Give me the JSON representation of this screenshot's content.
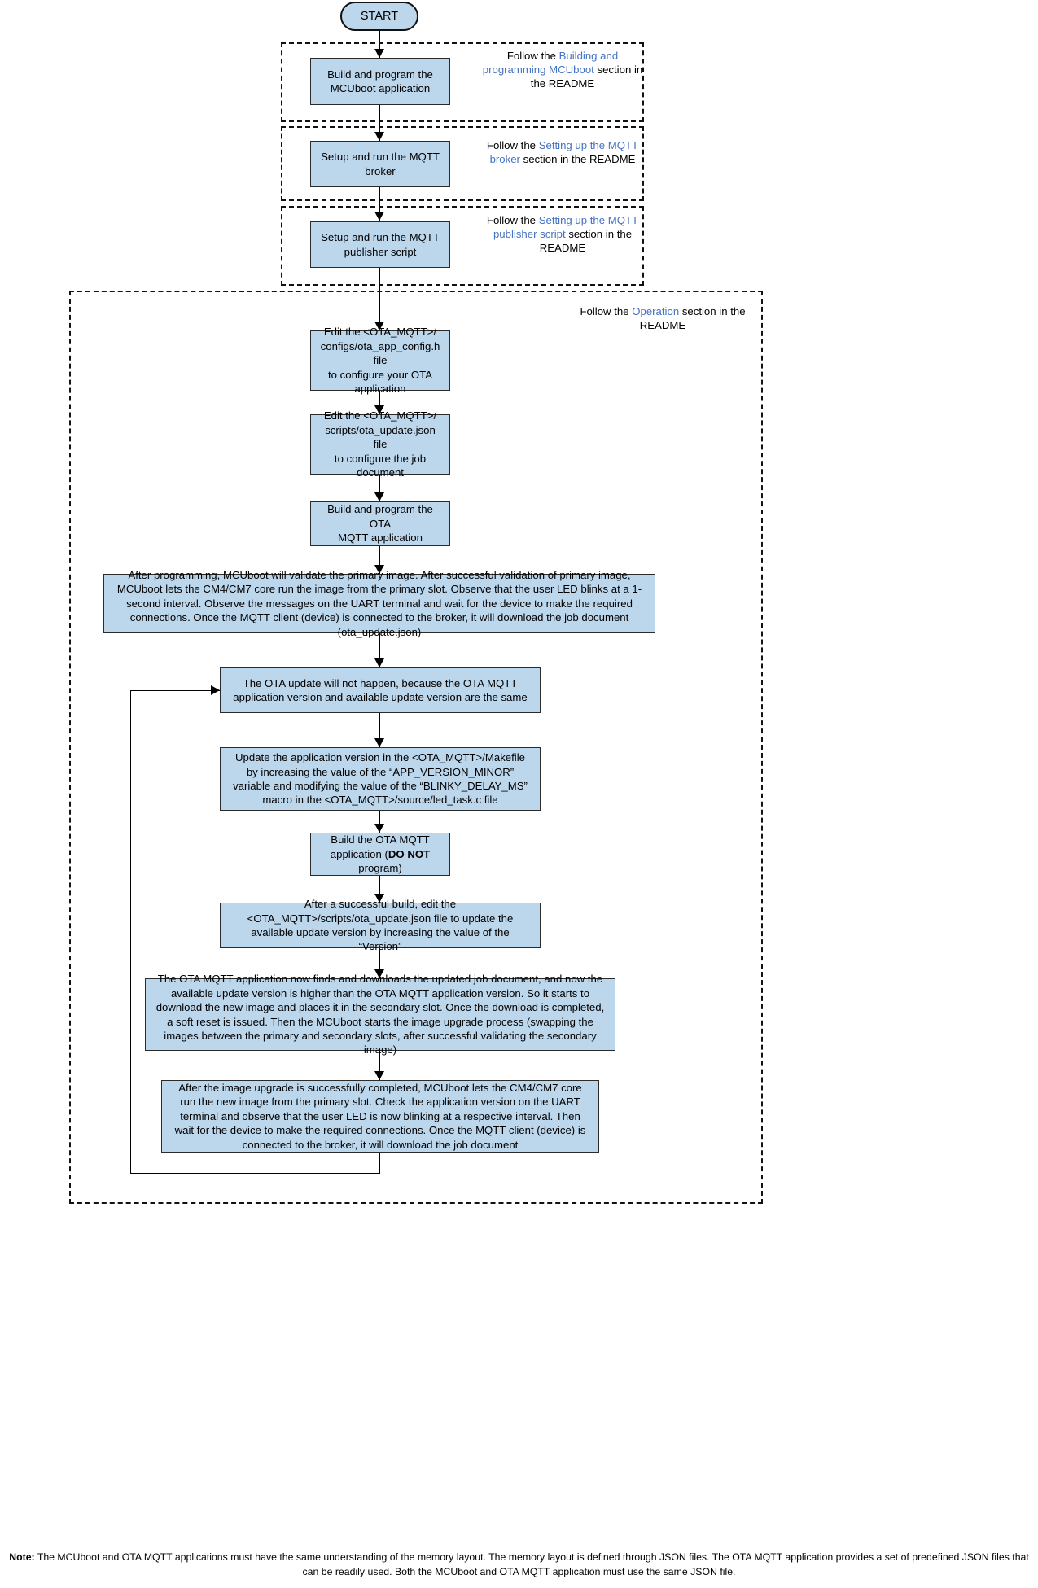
{
  "diagram": {
    "title": "OTA MQTT application flow",
    "colors": {
      "box_fill": "#bcd6ec",
      "box_border": "#2b2b2b",
      "link_text": "#4472c4",
      "connector": "#000000"
    },
    "start_node": {
      "label": "START"
    },
    "setup_steps": [
      {
        "id": "build-mcuboot",
        "label": "Build and program the\nMCUboot application",
        "annotation": {
          "prefix": "Follow the ",
          "link": "Building and programming MCUboot",
          "suffix": " section in the README"
        }
      },
      {
        "id": "setup-mqtt-broker",
        "label": "Setup and run the MQTT\nbroker",
        "annotation": {
          "prefix": "Follow the ",
          "link": "Setting up the MQTT broker",
          "suffix": " section in the README"
        }
      },
      {
        "id": "setup-publisher-script",
        "label": "Setup and run the MQTT\npublisher script",
        "annotation": {
          "prefix": "Follow the ",
          "link": "Setting up the MQTT publisher script",
          "suffix": " section in the README"
        }
      }
    ],
    "operation_group": {
      "annotation": {
        "prefix": "Follow the ",
        "link": "Operation",
        "suffix": " section in the README"
      },
      "steps": [
        {
          "id": "edit-ota-app-config",
          "label": "Edit the <OTA_MQTT>/\nconfigs/ota_app_config.h file\nto configure your OTA\napplication"
        },
        {
          "id": "edit-ota-update-json",
          "label": "Edit the <OTA_MQTT>/\nscripts/ota_update.json file\nto configure the job\ndocument"
        },
        {
          "id": "build-program-ota",
          "label": "Build and program the OTA\nMQTT application"
        },
        {
          "id": "mcuboot-validation-note",
          "label": "After programming, MCUboot will validate the primary image. After successful validation of primary image, MCUboot lets the CM4/CM7 core run the image from the primary slot. Observe that the user LED blinks at a 1-second interval. Observe the messages on the UART terminal and wait for the device to make the required connections. Once the MQTT client (device) is connected to the broker, it will download the job document (ota_update.json)"
        },
        {
          "id": "no-update-same-version",
          "label": "The OTA update will not happen, because the OTA MQTT application version and available update version are the same"
        },
        {
          "id": "update-app-version",
          "label": "Update the application version in the <OTA_MQTT>/Makefile by increasing the value of the  “APP_VERSION_MINOR” variable and modifying the value of the “BLINKY_DELAY_MS” macro in the <OTA_MQTT>/source/led_task.c file"
        },
        {
          "id": "build-do-not-program",
          "label_parts": [
            "Build the OTA MQTT\napplication (",
            "DO NOT",
            "\nprogram)"
          ],
          "bold_part": "DO NOT"
        },
        {
          "id": "edit-update-version",
          "label": "After a successful build, edit the <OTA_MQTT>/scripts/ota_update.json file to update the available update version by increasing the value of  the “Version”"
        },
        {
          "id": "download-new-image",
          "label": "The OTA MQTT application now finds and downloads the updated job document, and now the available update version is higher than the OTA MQTT application version. So it starts to download the new image and places it in the secondary slot. Once the download is completed, a soft reset is issued. Then the MCUboot starts the image upgrade process (swapping the images between the primary and secondary slots, after successful validating the secondary image)"
        },
        {
          "id": "upgrade-complete",
          "label": "After the image upgrade is successfully completed, MCUboot lets the CM4/CM7 core run the new image from the primary slot. Check the application version on the UART terminal and observe that the user LED is now blinking at a respective interval. Then wait for the device to make the required connections. Once the MQTT client (device) is connected to the broker, it will download the job document"
        }
      ]
    },
    "footer_note": {
      "label": "Note:",
      "text": " The MCUboot and OTA MQTT applications must have the same understanding of the memory layout. The memory layout is defined through JSON files. The OTA MQTT application provides a set of predefined JSON files that can be readily used. Both the MCUboot and OTA MQTT application must use the same JSON file."
    }
  }
}
